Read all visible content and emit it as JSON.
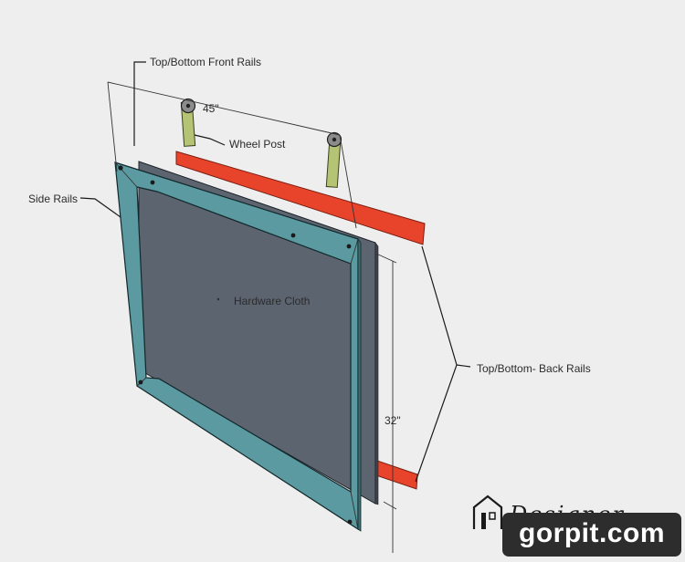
{
  "labels": {
    "front_rails": "Top/Bottom Front Rails",
    "wheel_post": "Wheel Post",
    "side_rails": "Side Rails",
    "hardware_cloth": "Hardware Cloth",
    "back_rails": "Top/Bottom- Back Rails"
  },
  "dimensions": {
    "width": "45\"",
    "height": "32\""
  },
  "watermark": {
    "logo_text": "Designer",
    "site": "gorpit.com"
  },
  "colors": {
    "background": "#eeeeee",
    "frame_teal": "#5b9aa0",
    "panel_gray": "#5c6470",
    "back_rail_red": "#e8442c",
    "wheel_post_green": "#b5c474",
    "wheel_gray": "#8c8c8c"
  }
}
